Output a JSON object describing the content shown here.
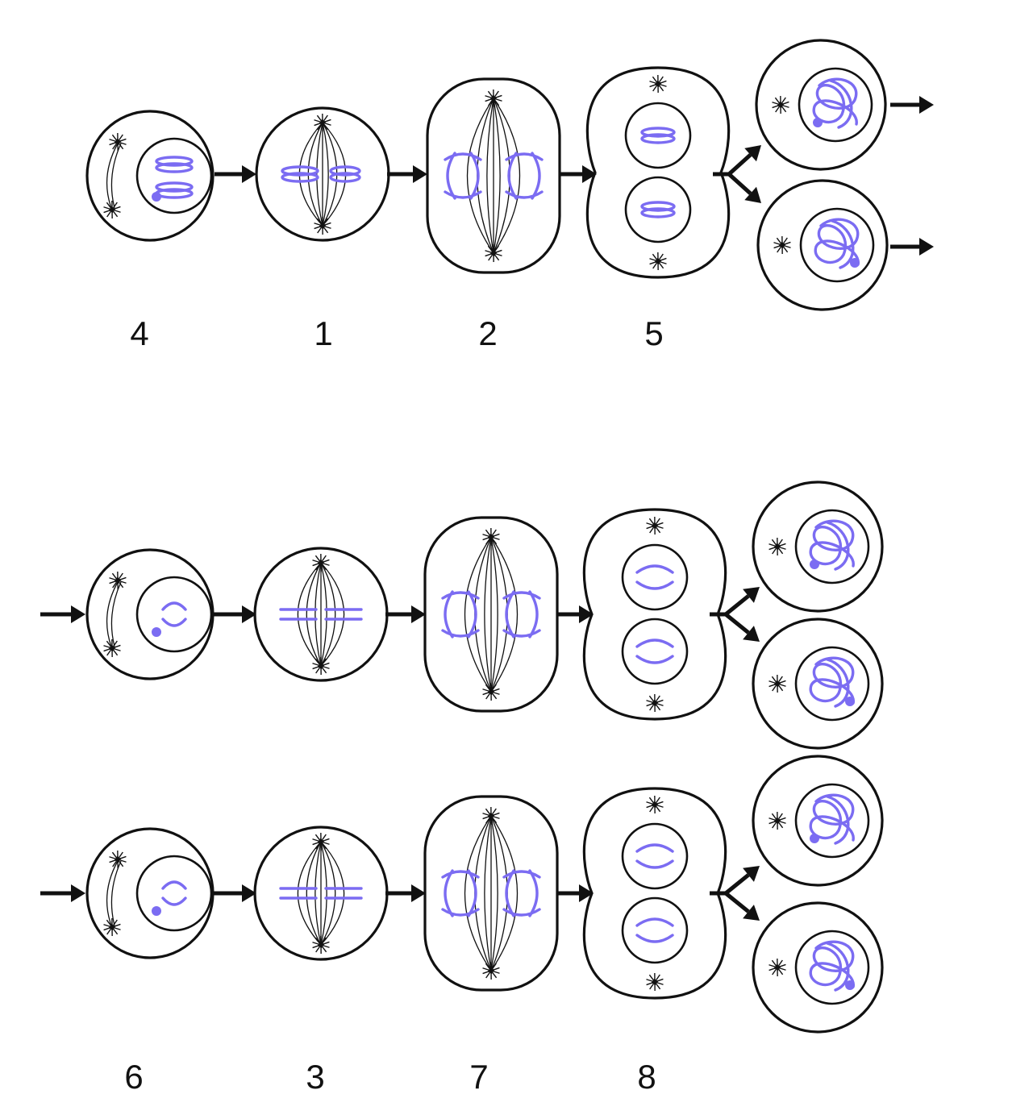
{
  "diagram": {
    "stage_labels": {
      "s4": "4",
      "s1": "1",
      "s2": "2",
      "s5": "5",
      "s6": "6",
      "s3": "3",
      "s7": "7",
      "s8": "8"
    },
    "colors": {
      "outline": "#111111",
      "chromosome": "#7b6cf2",
      "background": "#ffffff"
    }
  }
}
